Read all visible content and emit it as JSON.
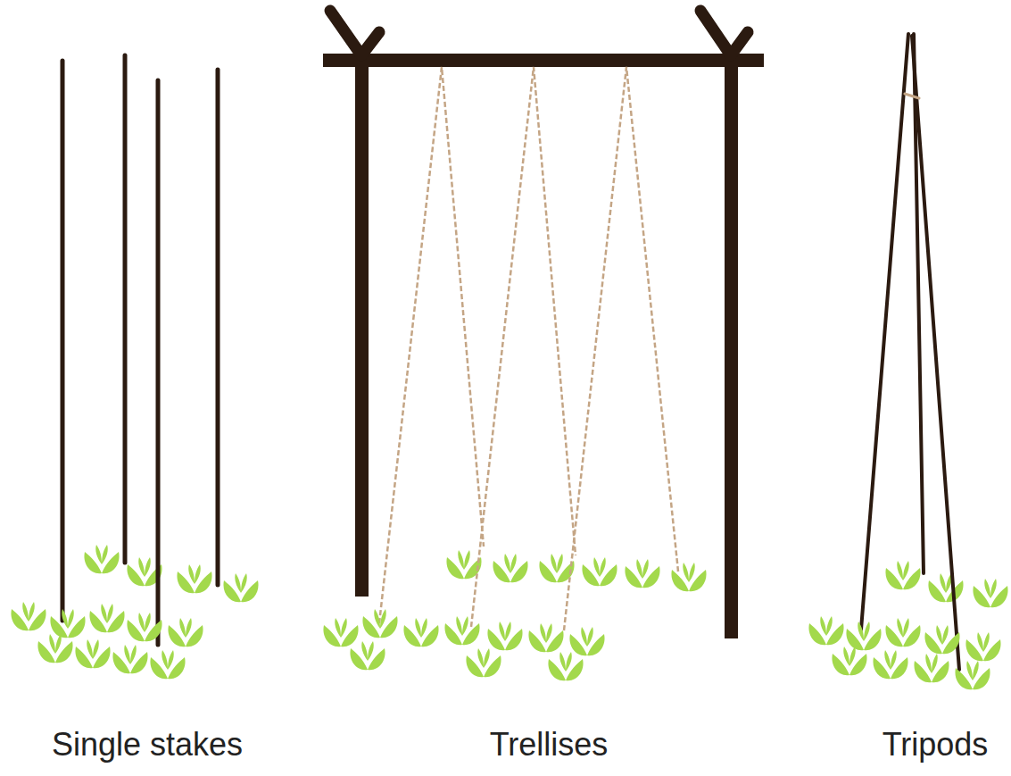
{
  "diagram": {
    "labels": [
      "Single stakes",
      "Trellises",
      "Tripods"
    ]
  }
}
